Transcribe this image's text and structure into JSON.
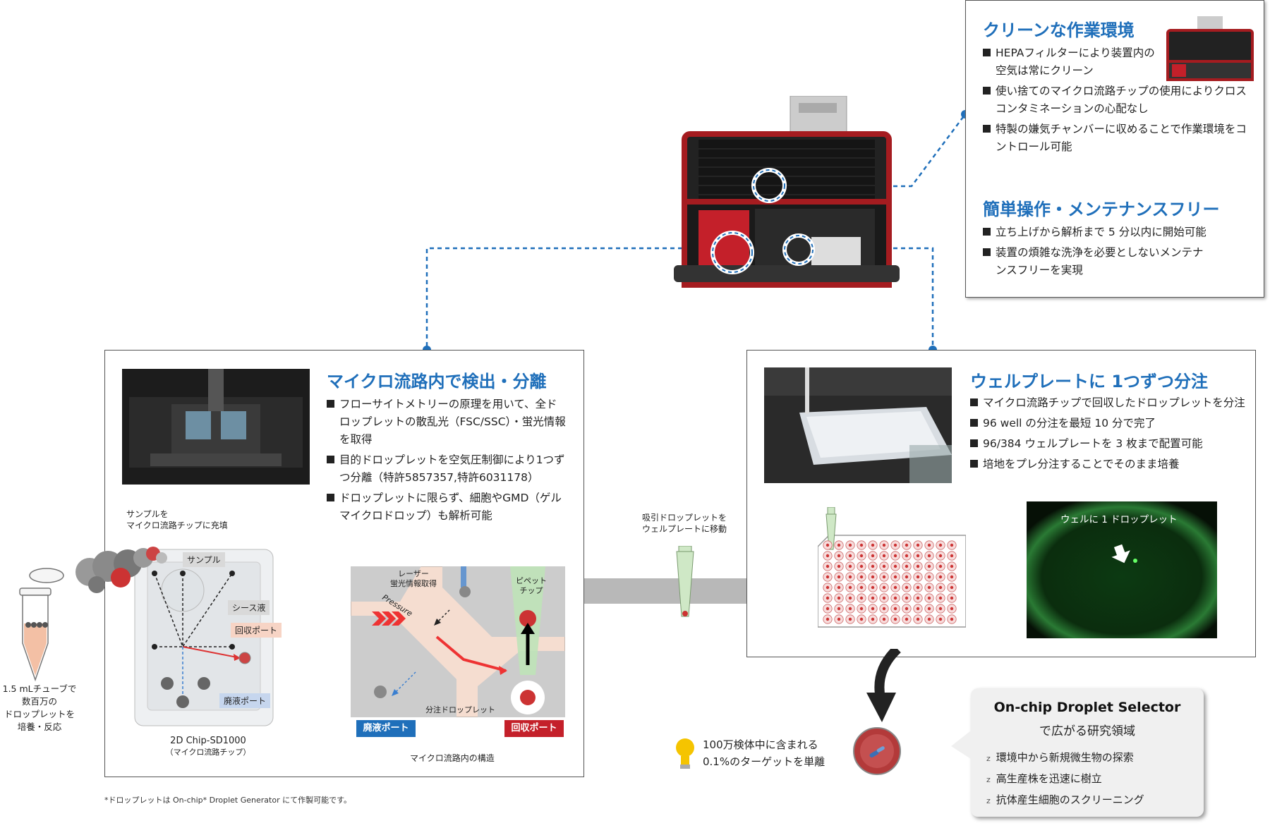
{
  "top_panel": {
    "heading1": "クリーンな作業環境",
    "items1": [
      "HEPAフィルターにより装置内の空気は常にクリーン",
      "使い捨てのマイクロ流路チップの使用によりクロスコンタミネーションの心配なし",
      "特製の嫌気チャンバーに収めることで作業環境をコントロール可能"
    ],
    "heading2": "簡単操作・メンテナンスフリー",
    "items2": [
      "立ち上げから解析まで 5 分以内に開始可能",
      "装置の煩雑な洗浄を必要としないメンテナンスフリーを実現"
    ]
  },
  "left_panel": {
    "heading": "マイクロ流路内で検出・分離",
    "items": [
      "フローサイトメトリーの原理を用いて、全ドロップレットの散乱光（FSC/SSC）・蛍光情報を取得",
      "目的ドロップレットを空気圧制御により1つずつ分離（特許5857357,特許6031178）",
      "ドロップレットに限らず、細胞やGMD（ゲルマイクロドロップ）も解析可能"
    ],
    "fill_label_1": "サンプルを",
    "fill_label_2": "マイクロ流路チップに充填",
    "chip_tags": {
      "sample": "サンプル",
      "sheath": "シース液",
      "recovery": "回収ポート",
      "waste": "廃液ポート"
    },
    "chip_name": "2D Chip-SD1000",
    "chip_sub": "（マイクロ流路チップ）",
    "structure": {
      "laser_1": "レーザー",
      "laser_2": "蛍光情報取得",
      "pressure": "Pressure",
      "pipette_1": "ピペット",
      "pipette_2": "チップ",
      "dispense": "分注ドロップレット",
      "waste_port": "廃液ポート",
      "recovery_port": "回収ポート",
      "caption": "マイクロ流路内の構造"
    }
  },
  "tube": {
    "line1": "1.5 mLチューブで",
    "line2": "数百万の",
    "line3": "ドロップレットを",
    "line4": "培養・反応"
  },
  "transfer": {
    "line1": "吸引ドロップレットを",
    "line2": "ウェルプレートに移動"
  },
  "right_panel": {
    "heading": "ウェルプレートに 1つずつ分注",
    "items": [
      "マイクロ流路チップで回収したドロップレットを分注",
      "96 well の分注を最短 10 分で完了",
      "96/384 ウェルプレートを 3 枚まで配置可能",
      "培地をプレ分注することでそのまま培養"
    ],
    "fluor_label": "ウェルに 1 ドロップレット"
  },
  "target": {
    "line1": "100万検体中に含まれる",
    "line2": "0.1%のターゲットを単離"
  },
  "selector": {
    "title": "On-chip Droplet Selector",
    "subtitle": "で広がる研究領域",
    "items": [
      "環境中から新規微生物の探索",
      "高生産株を迅速に樹立",
      "抗体産生細胞のスクリーニング"
    ],
    "bullet": "z"
  },
  "footnote": "*ドロップレットは On-chip* Droplet Generator にて作製可能です。",
  "colors": {
    "accent_blue": "#1f6fba",
    "red": "#c4202a",
    "waste_blue": "#1f6fba",
    "droplet_red": "#c44"
  }
}
